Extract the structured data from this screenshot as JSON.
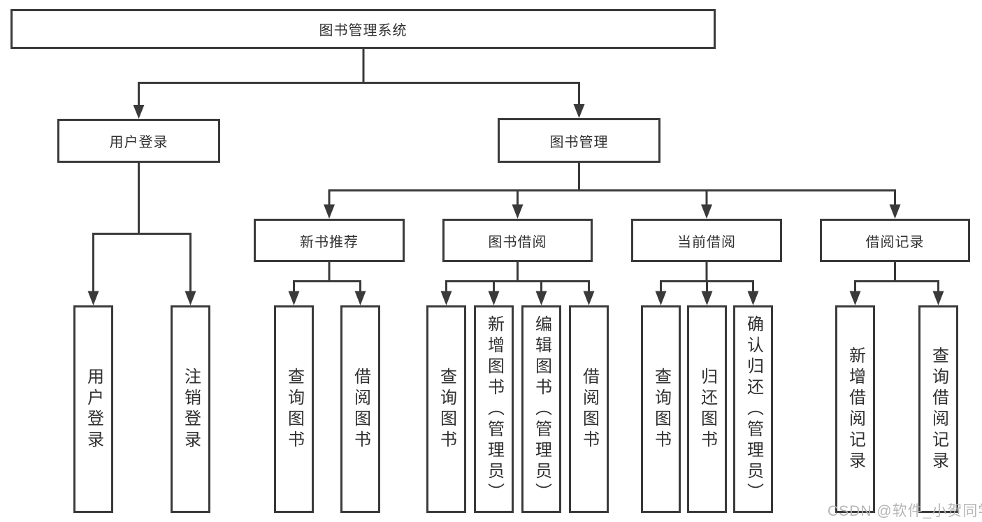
{
  "diagram": {
    "root": "图书管理系统",
    "branches": [
      {
        "label": "用户登录",
        "children": [
          "用户登录",
          "注销登录"
        ]
      },
      {
        "label": "图书管理",
        "sections": [
          {
            "label": "新书推荐",
            "children": [
              "查询图书",
              "借阅图书"
            ]
          },
          {
            "label": "图书借阅",
            "children": [
              "查询图书",
              "新增图书（管理员）",
              "编辑图书（管理员）",
              "借阅图书"
            ]
          },
          {
            "label": "当前借阅",
            "children": [
              "查询图书",
              "归还图书",
              "确认归还（管理员）"
            ]
          },
          {
            "label": "借阅记录",
            "children": [
              "新增借阅记录",
              "查询借阅记录"
            ]
          }
        ]
      }
    ]
  },
  "watermark": {
    "text": "CSDN @软件_小贺同学"
  },
  "colors": {
    "line": "#3a3a3a",
    "box_border": "#3a3a3a",
    "text": "#303030",
    "watermark": "#b2b2b2",
    "background": "#ffffff"
  }
}
